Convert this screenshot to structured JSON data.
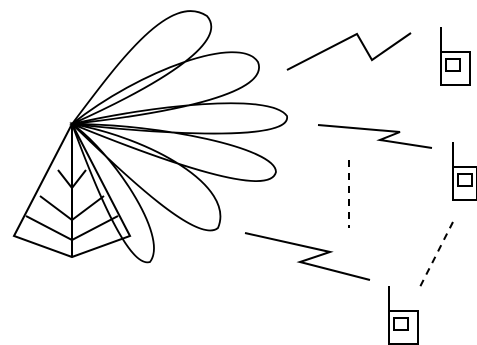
{
  "diagram": {
    "beam_count": 6,
    "radio_link_count": 3,
    "device_count": 3,
    "device_to_device_links": 2,
    "icons": {
      "base_station": "antenna-tower-icon",
      "beams": "radiation-pattern-icon",
      "link": "lightning-zigzag-icon",
      "device": "mobile-phone-icon",
      "d2d_link": "dashed-line-icon"
    },
    "colors": {
      "stroke": "#000000",
      "background": "#ffffff"
    }
  }
}
